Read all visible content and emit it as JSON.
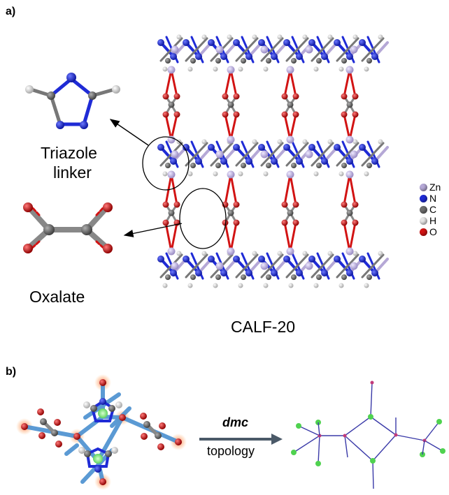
{
  "panel_a": {
    "label": "a)",
    "triazole_label": "Triazole",
    "triazole_label_2": "linker",
    "oxalate_label": "Oxalate",
    "framework_label": "CALF-20"
  },
  "legend": [
    {
      "symbol": "Zn",
      "color": "#b5a8d6"
    },
    {
      "symbol": "N",
      "color": "#1f2bd6"
    },
    {
      "symbol": "C",
      "color": "#6e6e6e"
    },
    {
      "symbol": "H",
      "color": "#e6e6e6"
    },
    {
      "symbol": "O",
      "color": "#d21313"
    }
  ],
  "panel_b": {
    "label": "b)",
    "arrow_top": "dmc",
    "arrow_bottom": "topology"
  },
  "colors": {
    "zn": "#b5a8d6",
    "n": "#1f2bd6",
    "c": "#6e6e6e",
    "h": "#e6e6e6",
    "o": "#d21313",
    "bond_blue": "#4a90d0",
    "topo_line": "#3a3aa8",
    "topo_node": "#4fd24f"
  }
}
